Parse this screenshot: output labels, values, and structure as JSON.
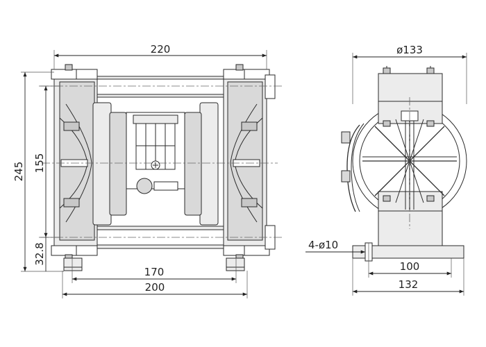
{
  "dimensions": {
    "front_width": "220",
    "front_height": "245",
    "front_inner_height": "155",
    "front_inlet_height": "32.8",
    "front_mount_spacing": "170",
    "front_base_width": "200",
    "side_diameter": "ø133",
    "side_holes": "4-ø10",
    "side_mount_spacing": "100",
    "side_base_width": "132"
  }
}
